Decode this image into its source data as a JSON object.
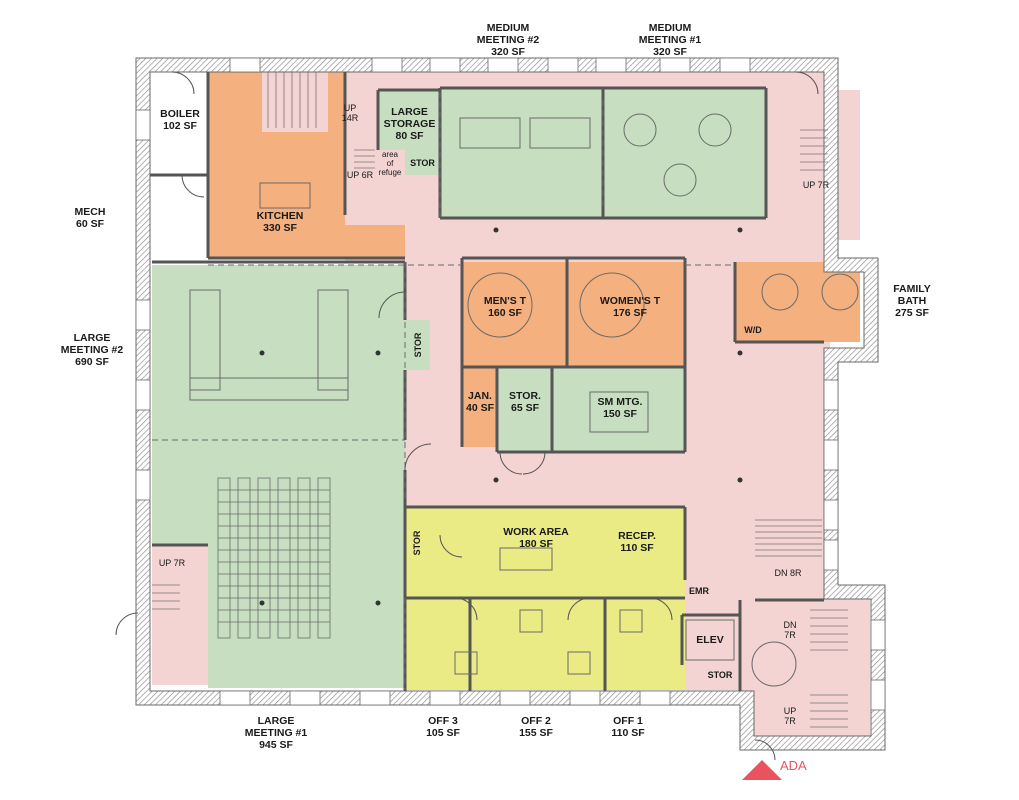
{
  "rooms": {
    "boiler": {
      "name": "BOILER",
      "area": "102 SF"
    },
    "mech": {
      "name": "MECH",
      "area": "60 SF"
    },
    "kitchen": {
      "name": "KITCHEN",
      "area": "330 SF"
    },
    "large_storage": {
      "line1": "LARGE",
      "line2": "STORAGE",
      "area": "80 SF"
    },
    "stor_top": {
      "name": "STOR"
    },
    "area_of_refuge": {
      "line1": "area",
      "line2": "of",
      "line3": "refuge"
    },
    "medium_meeting_2": {
      "line1": "MEDIUM",
      "line2": "MEETING #2",
      "area": "320 SF"
    },
    "medium_meeting_1": {
      "line1": "MEDIUM",
      "line2": "MEETING #1",
      "area": "320 SF"
    },
    "large_meeting_2": {
      "line1": "LARGE",
      "line2": "MEETING #2",
      "area": "690 SF"
    },
    "large_meeting_1": {
      "line1": "LARGE",
      "line2": "MEETING #1",
      "area": "945 SF"
    },
    "mens_toilet": {
      "name": "MEN'S T",
      "area": "160 SF"
    },
    "womens_toilet": {
      "name": "WOMEN'S T",
      "area": "176 SF"
    },
    "family_bath": {
      "line1": "FAMILY",
      "line2": "BATH",
      "area": "275 SF"
    },
    "wd": {
      "name": "W/D"
    },
    "stor_mid": {
      "name": "STOR"
    },
    "janitor": {
      "name": "JAN.",
      "area": "40 SF"
    },
    "storage_65": {
      "name": "STOR.",
      "area": "65 SF"
    },
    "small_meeting": {
      "name": "SM MTG.",
      "area": "150 SF"
    },
    "work_area": {
      "name": "WORK AREA",
      "area": "180 SF"
    },
    "reception": {
      "name": "RECEP.",
      "area": "110 SF"
    },
    "stor_work": {
      "name": "STOR"
    },
    "emr": {
      "name": "EMR"
    },
    "elevator": {
      "name": "ELEV"
    },
    "stor_bottom": {
      "name": "STOR"
    },
    "office_3": {
      "name": "OFF 3",
      "area": "105 SF"
    },
    "office_2": {
      "name": "OFF 2",
      "area": "155 SF"
    },
    "office_1": {
      "name": "OFF 1",
      "area": "110 SF"
    }
  },
  "stairs": {
    "up_14r": {
      "line1": "UP",
      "line2": "14R"
    },
    "up_6r": {
      "label": "UP 6R"
    },
    "up_7r_right": {
      "label": "UP 7R"
    },
    "up_7r_left": {
      "label": "UP 7R"
    },
    "dn_8r": {
      "label": "DN 8R"
    },
    "dn_7r": {
      "line1": "DN",
      "line2": "7R"
    },
    "up_7r_bottom": {
      "line1": "UP",
      "line2": "7R"
    }
  },
  "entrance": {
    "label": "ADA"
  },
  "colors": {
    "circulation": "#f4d3d3",
    "meeting": "#c7dfc0",
    "service": "#f4b07e",
    "office": "#eaeb85",
    "wall": "#9a9a9a",
    "ada": "#e8535f"
  }
}
